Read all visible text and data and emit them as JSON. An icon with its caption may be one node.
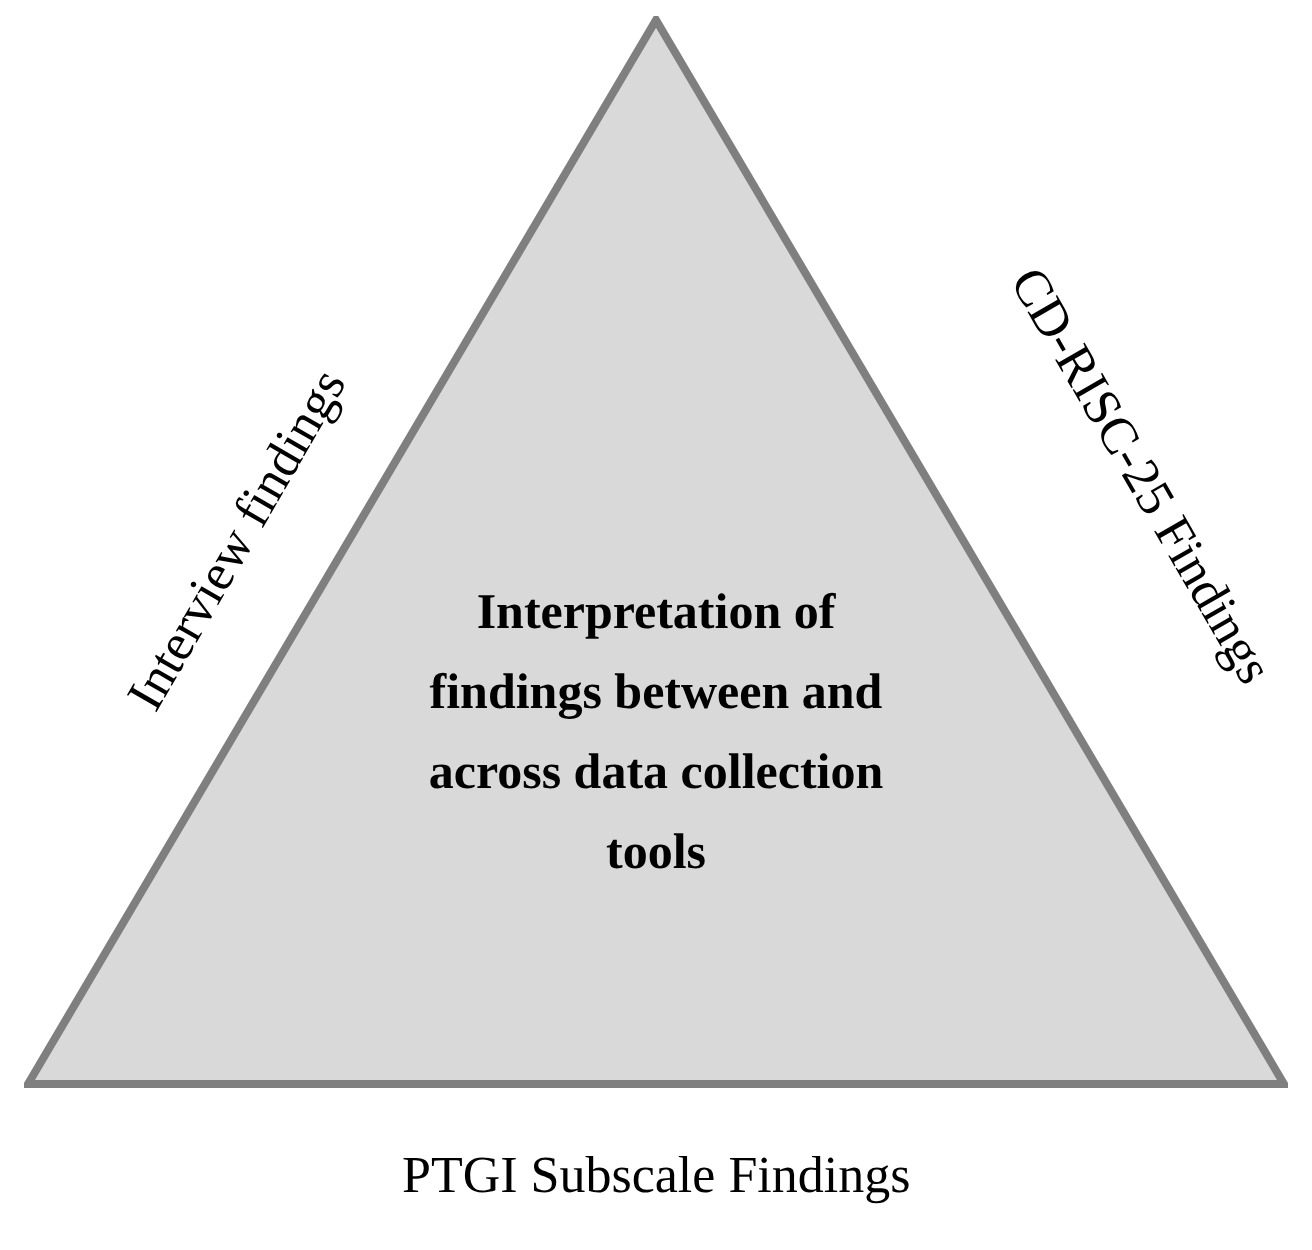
{
  "diagram": {
    "nodes": [
      {
        "text": [
          "Interpretation of findings between and across data collection tools"
        ]
      }
    ],
    "labels": [
      "Interview findings",
      "CD-RISC-25 Findings",
      "PTGI Subscale Findings"
    ]
  }
}
